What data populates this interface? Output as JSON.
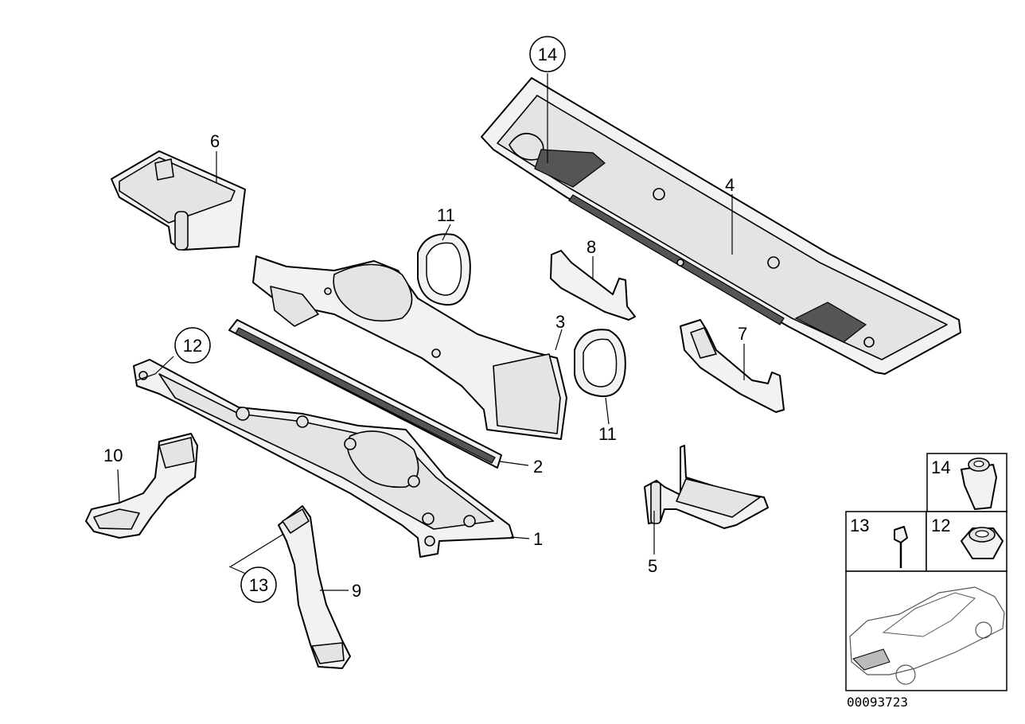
{
  "diagram": {
    "catalog_number": "00093723",
    "callouts": {
      "p1": "1",
      "p2": "2",
      "p3": "3",
      "p4": "4",
      "p5": "5",
      "p6": "6",
      "p7": "7",
      "p8": "8",
      "p9": "9",
      "p10": "10",
      "p11a": "11",
      "p11b": "11",
      "p12": "12",
      "p13": "13",
      "p14": "14"
    },
    "legend": {
      "cell_14": "14",
      "cell_13": "13",
      "cell_12": "12"
    }
  }
}
